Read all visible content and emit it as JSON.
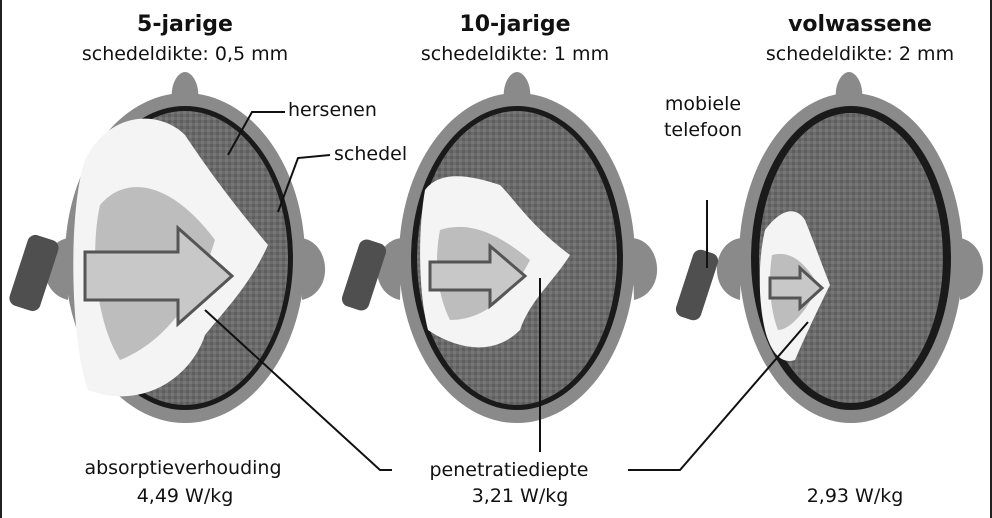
{
  "panels": [
    {
      "age": "5-jarige",
      "thickness": "schedeldikte: 0,5 mm",
      "value": "4,49 W/kg"
    },
    {
      "age": "10-jarige",
      "thickness": "schedeldikte: 1 mm",
      "value": "3,21 W/kg"
    },
    {
      "age": "volwassene",
      "thickness": "schedeldikte: 2 mm",
      "value": "2,93 W/kg"
    }
  ],
  "labels": {
    "brain": "hersenen",
    "skull": "schedel",
    "phone_line1": "mobiele",
    "phone_line2": "telefoon",
    "absorption": "absorptieverhouding",
    "penetration": "penetratiediepte"
  },
  "colors": {
    "skull": "#8a8a8a",
    "dark_band": "#1a1a1a",
    "brain": "#6b6b6b",
    "penetrated_light": "#f4f4f4",
    "penetrated_mid": "#bdbdbd",
    "phone": "#4f4f4f",
    "leader_line": "#111111"
  },
  "icons": [
    "phone-icon",
    "arrow-icon"
  ]
}
